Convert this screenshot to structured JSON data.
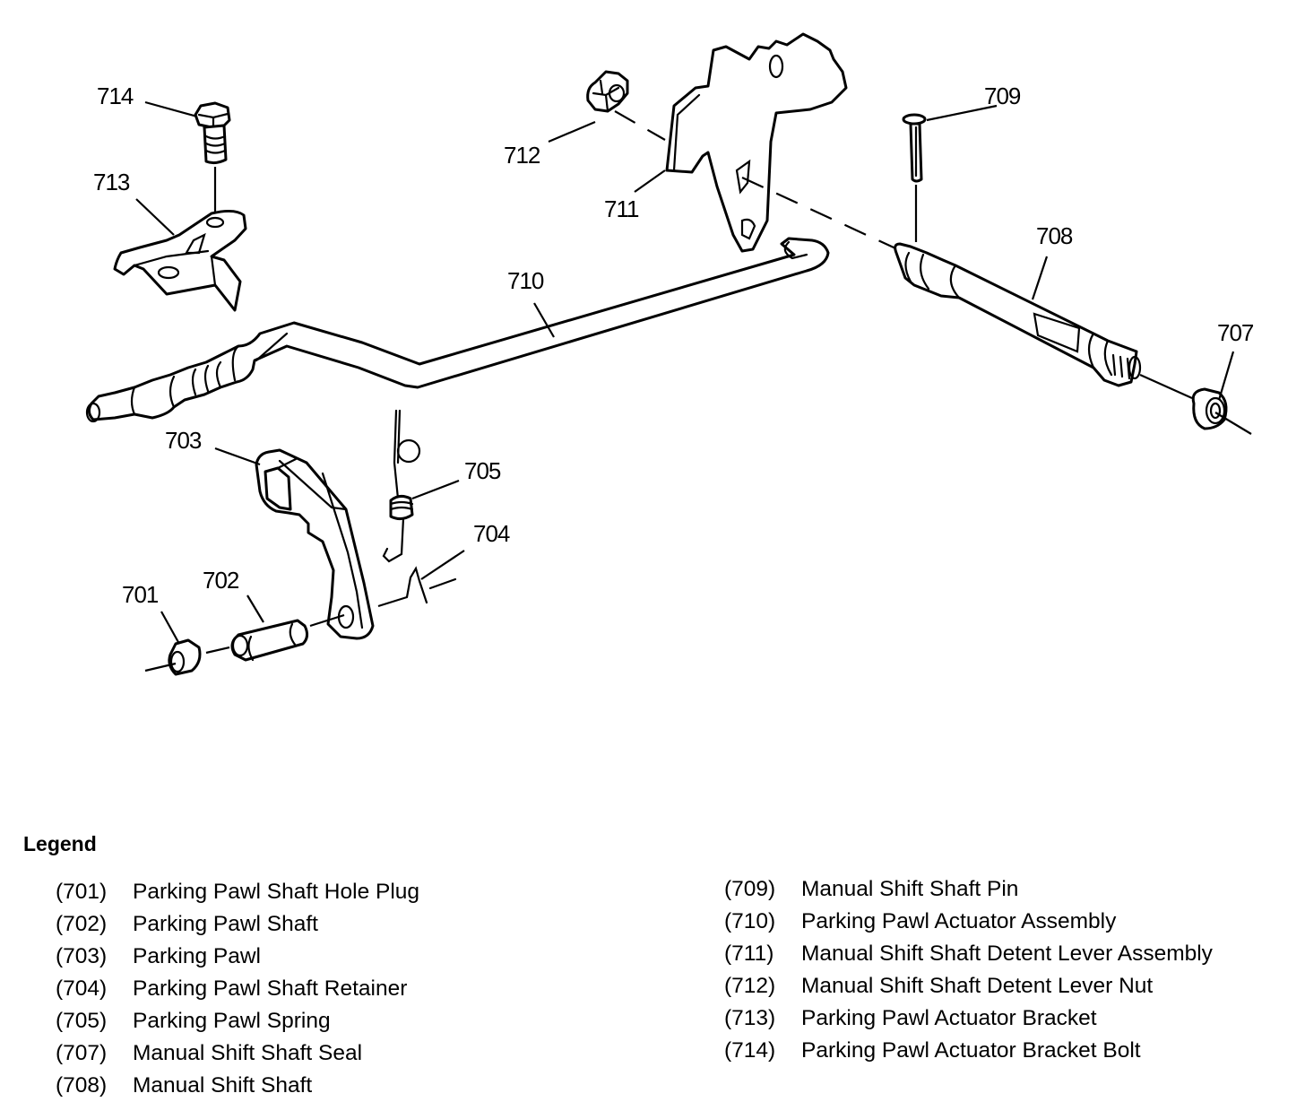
{
  "diagram": {
    "title": "Parking Pawl and Manual Shift Shaft - Exploded View",
    "callouts": {
      "c701": "701",
      "c702": "702",
      "c703": "703",
      "c704": "704",
      "c705": "705",
      "c707": "707",
      "c708": "708",
      "c709": "709",
      "c710": "710",
      "c711": "711",
      "c712": "712",
      "c713": "713",
      "c714": "714"
    }
  },
  "legend": {
    "title": "Legend",
    "left": [
      {
        "num": "(701)",
        "desc": "Parking Pawl Shaft Hole Plug"
      },
      {
        "num": "(702)",
        "desc": "Parking Pawl Shaft"
      },
      {
        "num": "(703)",
        "desc": "Parking Pawl"
      },
      {
        "num": "(704)",
        "desc": "Parking Pawl Shaft Retainer"
      },
      {
        "num": "(705)",
        "desc": "Parking Pawl Spring"
      },
      {
        "num": "(707)",
        "desc": "Manual Shift Shaft Seal"
      },
      {
        "num": "(708)",
        "desc": "Manual Shift Shaft"
      }
    ],
    "right": [
      {
        "num": "(709)",
        "desc": "Manual Shift Shaft Pin"
      },
      {
        "num": "(710)",
        "desc": "Parking Pawl Actuator Assembly"
      },
      {
        "num": "(711)",
        "desc": "Manual Shift Shaft Detent Lever Assembly"
      },
      {
        "num": "(712)",
        "desc": "Manual Shift Shaft Detent Lever Nut"
      },
      {
        "num": "(713)",
        "desc": "Parking Pawl Actuator Bracket"
      },
      {
        "num": "(714)",
        "desc": "Parking Pawl Actuator Bracket Bolt"
      }
    ]
  }
}
